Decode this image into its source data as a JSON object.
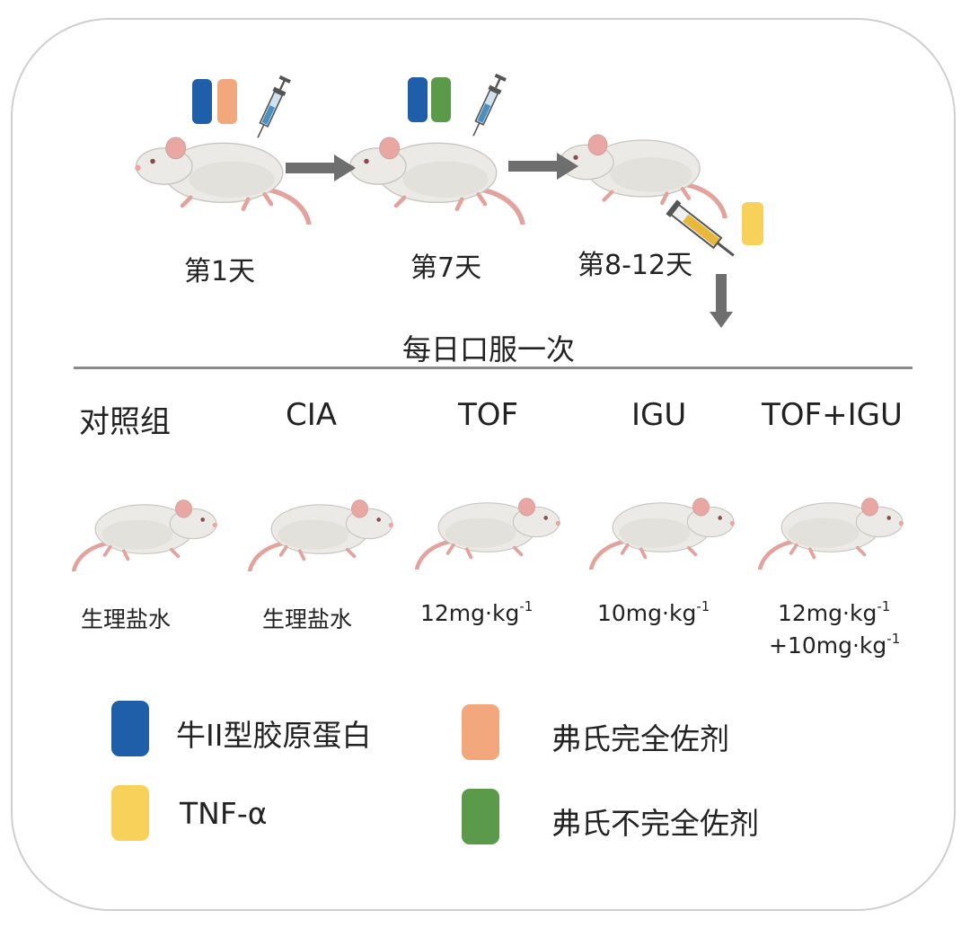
{
  "timeline": {
    "days": [
      "第1天",
      "第7天",
      "第8-12天"
    ],
    "oral_label": "每日口服一次"
  },
  "groups": [
    {
      "name": "对照组",
      "dose_lines": [
        "生理盐水"
      ]
    },
    {
      "name": "CIA",
      "dose_lines": [
        "生理盐水"
      ]
    },
    {
      "name": "TOF",
      "dose_lines": [
        "12mg·kg"
      ]
    },
    {
      "name": "IGU",
      "dose_lines": [
        "10mg·kg"
      ]
    },
    {
      "name": "TOF+IGU",
      "dose_lines": [
        "12mg·kg",
        "+10mg·kg"
      ]
    }
  ],
  "dose_superscript": "-1",
  "legend": [
    {
      "label": "牛II型胶原蛋白",
      "color": "#1f5ea8"
    },
    {
      "label": "弗氏完全佐剂",
      "color": "#f3a77d"
    },
    {
      "label": "TNF-α",
      "color": "#f7d15a"
    },
    {
      "label": "弗氏不完全佐剂",
      "color": "#5a9a4a"
    }
  ],
  "colors": {
    "collagen": "#1f5ea8",
    "cfa": "#f3a77d",
    "tnf": "#f7d15a",
    "ifa": "#5a9a4a",
    "arrow": "#6e6e6e",
    "mouse_body": "#eceae6",
    "mouse_ear": "#e8a7a3",
    "tail": "#e3a39c"
  }
}
